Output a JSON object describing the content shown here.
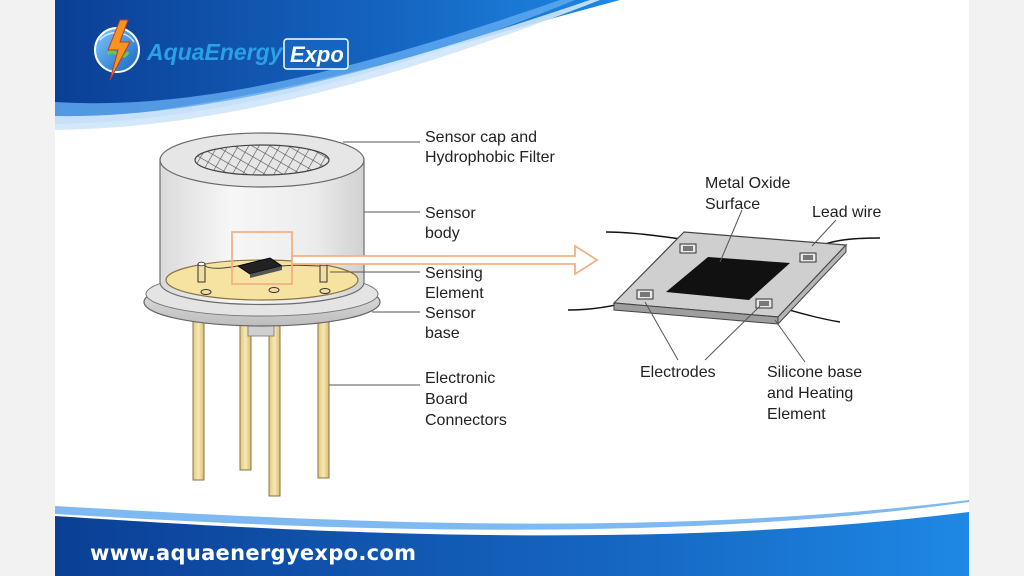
{
  "brand": {
    "logo_text_primary": "AquaEnergy",
    "logo_text_secondary": "Expo",
    "website": "www.aquaenergyexpo.com"
  },
  "sensor_labels": {
    "cap_line1": "Sensor cap and",
    "cap_line2": "Hydrophobic Filter",
    "body_line1": "Sensor",
    "body_line2": "body",
    "sensing_line1": "Sensing",
    "sensing_line2": "Element",
    "base_line1": "Sensor",
    "base_line2": "base",
    "connectors_line1": "Electronic",
    "connectors_line2": "Board",
    "connectors_line3": "Connectors"
  },
  "element_labels": {
    "oxide_line1": "Metal Oxide",
    "oxide_line2": "Surface",
    "lead_wire": "Lead wire",
    "electrodes": "Electrodes",
    "silicone_line1": "Silicone base",
    "silicone_line2": "and Heating",
    "silicone_line3": "Element"
  },
  "colors": {
    "brand_blue": "#1565c0",
    "brand_dark_blue": "#0d47a1",
    "highlight_orange": "#f4b183",
    "base_yellow": "#f7e3a1",
    "pin_yellow": "#f2dea0"
  }
}
